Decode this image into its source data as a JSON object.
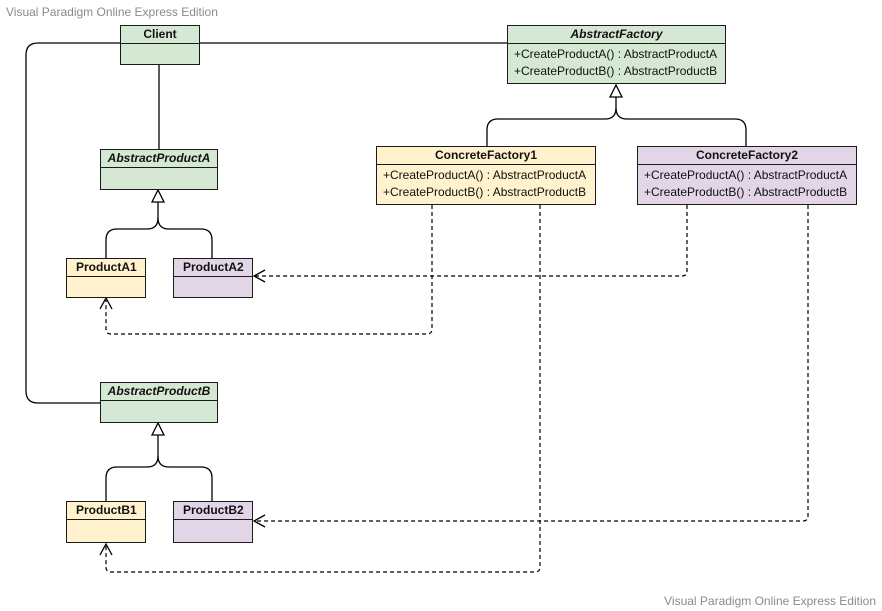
{
  "watermark": {
    "top": "Visual Paradigm Online Express Edition",
    "bottom": "Visual Paradigm Online Express Edition"
  },
  "classes": {
    "client": {
      "name": "Client"
    },
    "abstract_factory": {
      "name": "AbstractFactory",
      "operations": [
        "+CreateProductA() : AbstractProductA",
        "+CreateProductB() : AbstractProductB"
      ]
    },
    "concrete_factory1": {
      "name": "ConcreteFactory1",
      "operations": [
        "+CreateProductA() : AbstractProductA",
        "+CreateProductB() : AbstractProductB"
      ]
    },
    "concrete_factory2": {
      "name": "ConcreteFactory2",
      "operations": [
        "+CreateProductA() : AbstractProductA",
        "+CreateProductB() : AbstractProductB"
      ]
    },
    "abstract_product_a": {
      "name": "AbstractProductA"
    },
    "abstract_product_b": {
      "name": "AbstractProductB"
    },
    "product_a1": {
      "name": "ProductA1"
    },
    "product_a2": {
      "name": "ProductA2"
    },
    "product_b1": {
      "name": "ProductB1"
    },
    "product_b2": {
      "name": "ProductB2"
    }
  },
  "colors": {
    "abstract": "#d5e8d4",
    "family1": "#fff2cc",
    "family2": "#e1d5e7",
    "line": "#000000"
  }
}
